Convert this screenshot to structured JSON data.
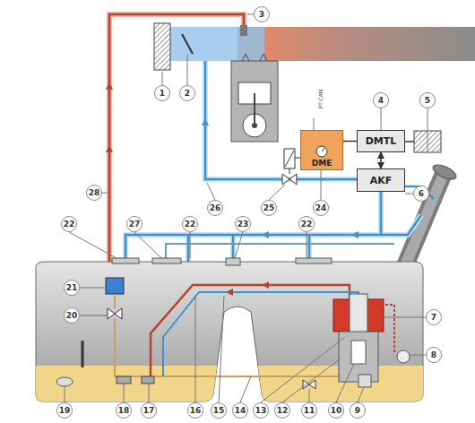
{
  "diagram": {
    "nodes": [
      {
        "text": [
          "DME"
        ]
      },
      {
        "text": [
          "DMTL"
        ]
      },
      {
        "text": [
          "AKF"
        ]
      }
    ],
    "edges": [
      {
        "from": 0,
        "to": 1,
        "arrow": "none"
      },
      {
        "from": 1,
        "to": 2,
        "arrow": "both"
      }
    ],
    "labels": [
      "1",
      "2",
      "3",
      "4",
      "5",
      "6",
      "7",
      "8",
      "9",
      "10",
      "11",
      "12",
      "13",
      "14",
      "15",
      "16",
      "17",
      "18",
      "19",
      "20",
      "21",
      "22",
      "22",
      "22",
      "23",
      "24",
      "25",
      "26",
      "27",
      "28",
      "PT-CAN"
    ]
  }
}
